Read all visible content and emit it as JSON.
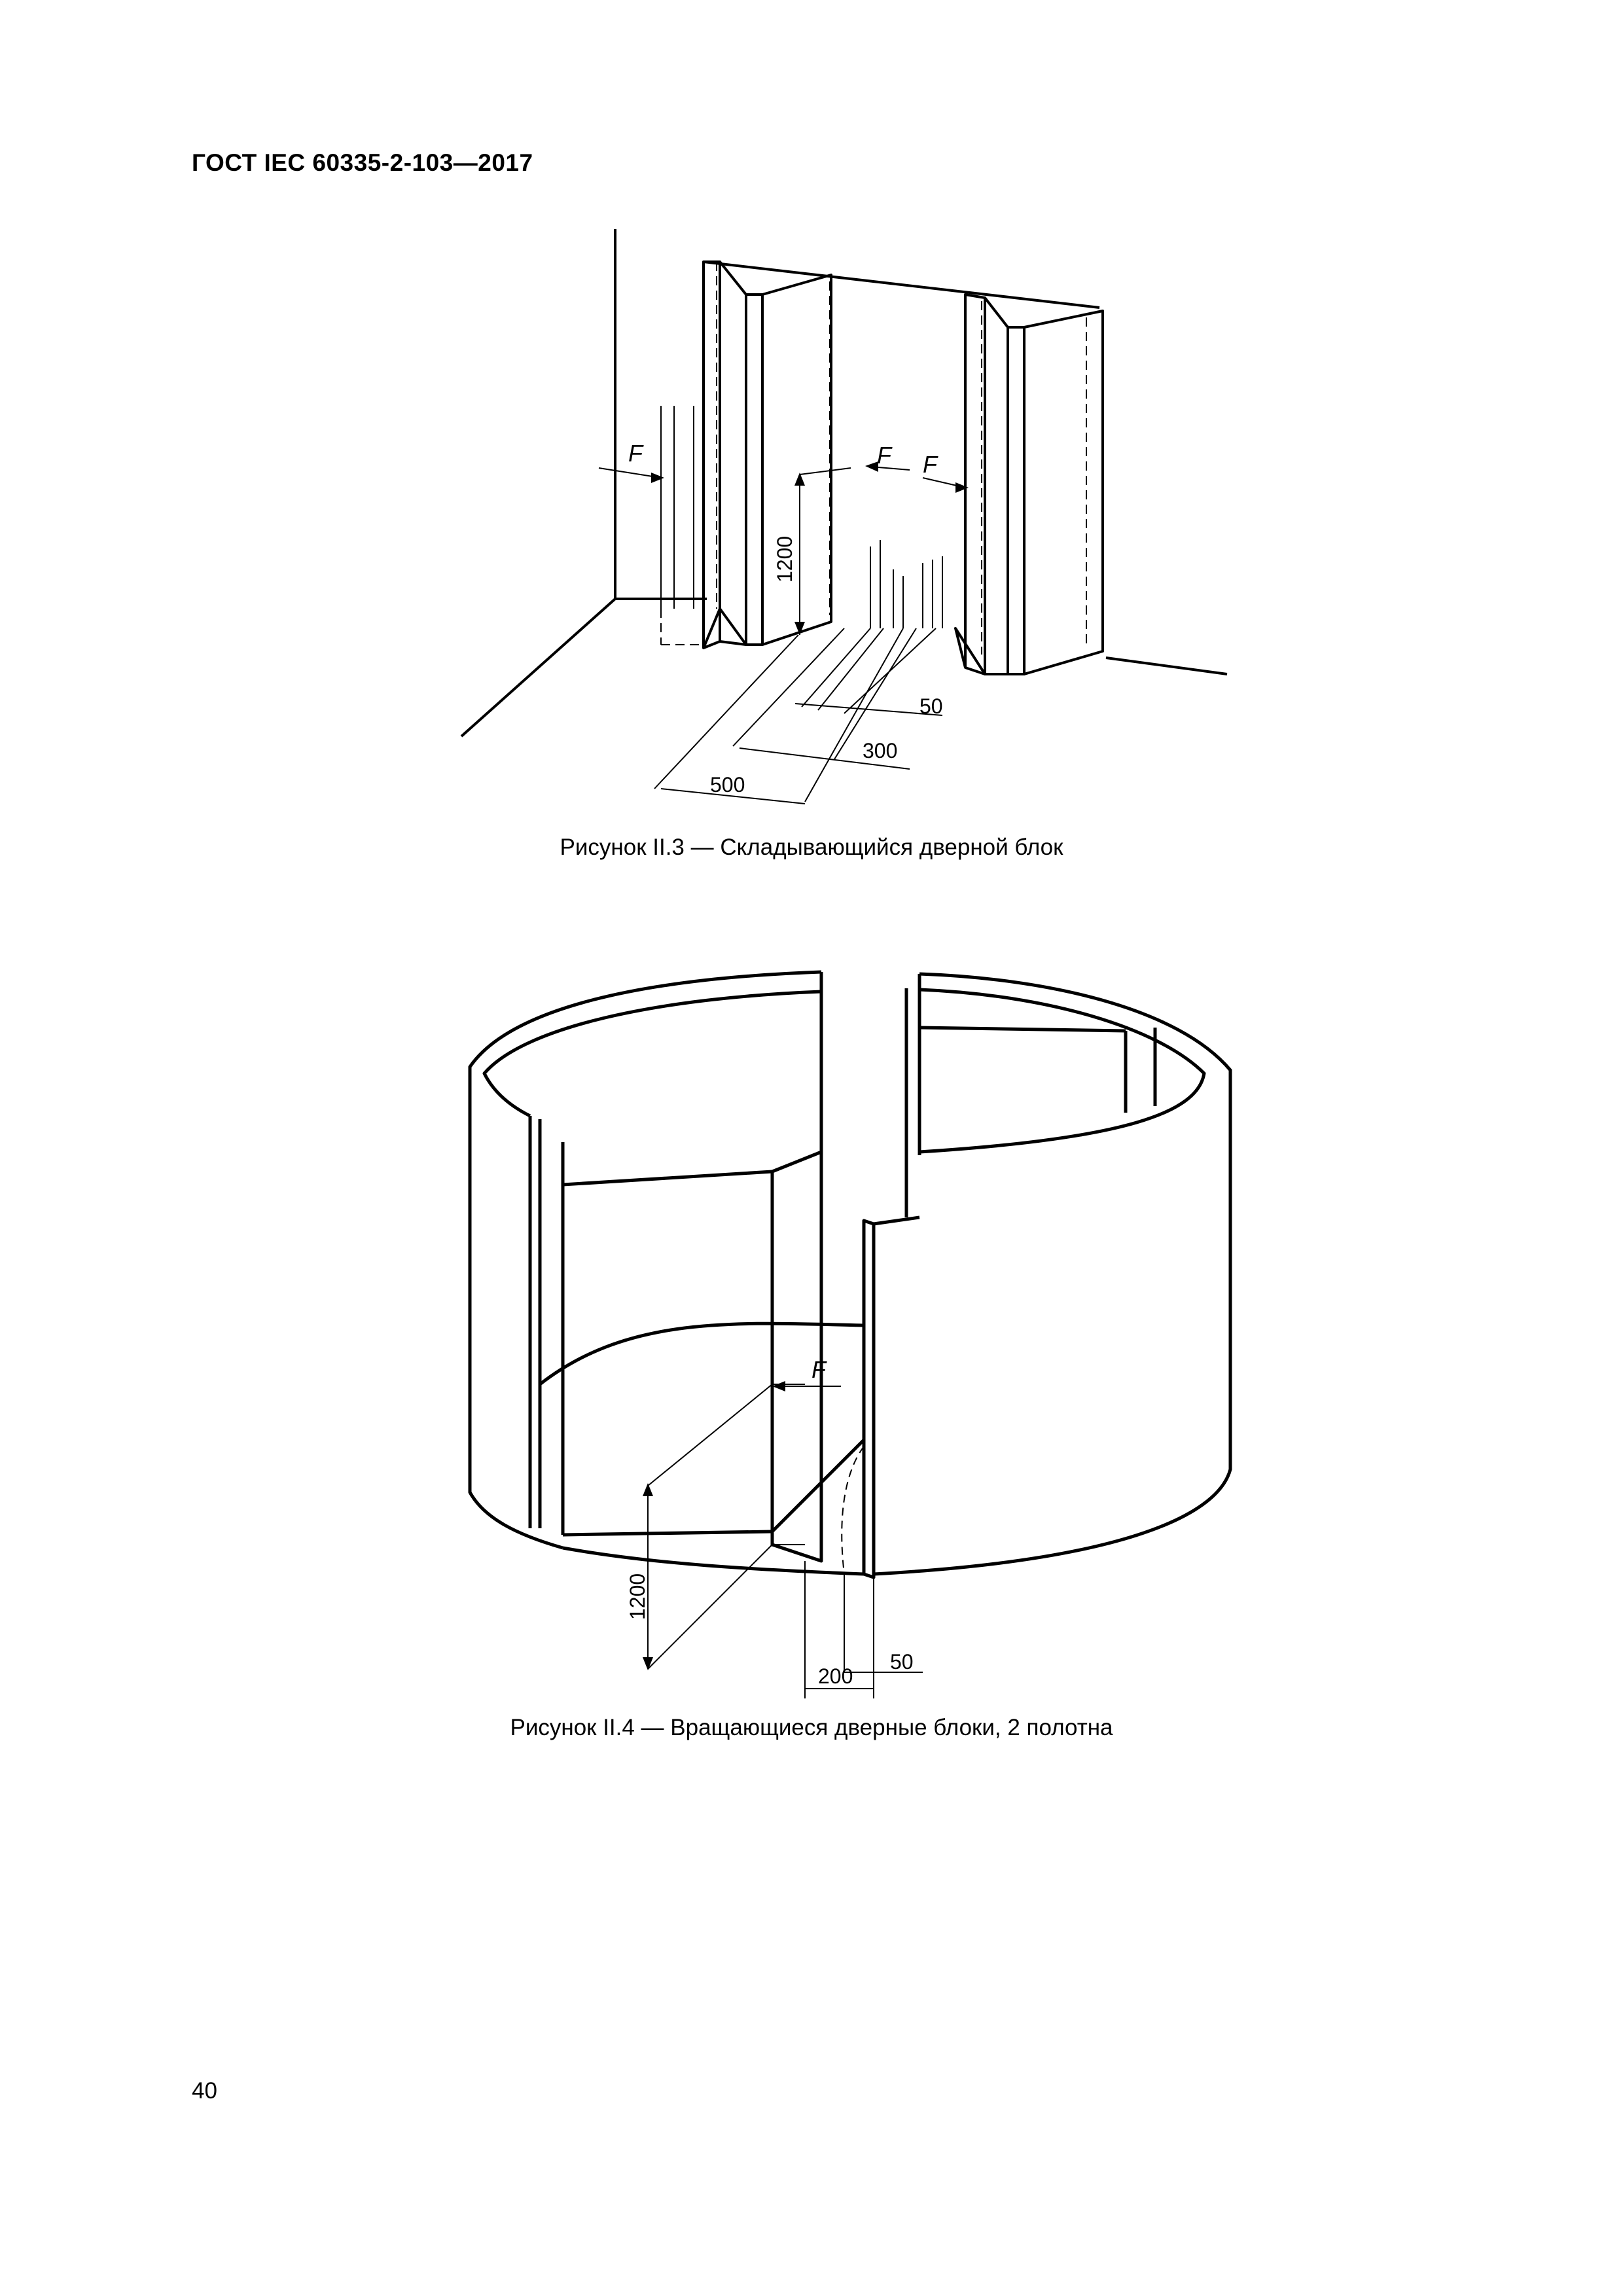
{
  "header": {
    "doc_id": "ГОСТ IEC 60335-2-103—2017"
  },
  "figure_3": {
    "caption": "Рисунок II.3 — Складывающийся дверной блок",
    "labels": {
      "force": "F",
      "height": "1200",
      "dim_small": "50",
      "dim_mid": "300",
      "dim_large": "500"
    }
  },
  "figure_4": {
    "caption": "Рисунок II.4 — Вращающиеся дверные блоки, 2 полотна",
    "labels": {
      "force": "F",
      "height": "1200",
      "dim_small": "50",
      "dim_large": "200"
    }
  },
  "footer": {
    "page_number": "40"
  }
}
